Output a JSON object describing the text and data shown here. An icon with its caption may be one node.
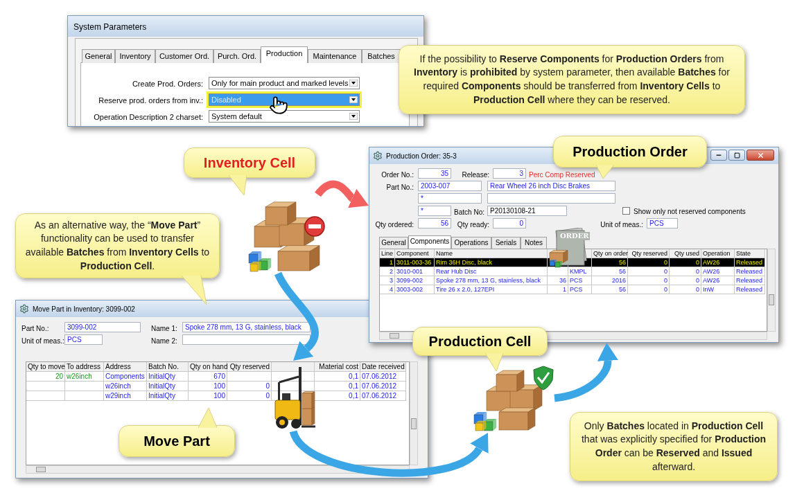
{
  "diagram": {
    "nodes": [
      {
        "text": [
          "System Parameters"
        ]
      },
      {
        "text": [
          "If the possibility to **Reserve Components** for **Production Orders** from **Inventory** is **prohibited** by system parameter, then available **Batches** for required **Components** should be transferred from **Inventory Cells** to **Production Cell** where they can be reserved."
        ]
      },
      {
        "text": [
          "Inventory Cell"
        ]
      },
      {
        "text": [],
        "shape": "picture"
      },
      {
        "text": [
          "Production Order"
        ]
      },
      {
        "text": [
          "Production Order: 35-3"
        ]
      },
      {
        "text": [
          "As an alternative way, the “**Move Part**” functionality can be used to transfer available **Batches** from **Inventory Cells** to **Production Cell**."
        ]
      },
      {
        "text": [
          "Move Part in Inventory: 3099-002"
        ]
      },
      {
        "text": [
          "Production Cell"
        ]
      },
      {
        "text": [],
        "shape": "picture"
      },
      {
        "text": [
          "Move Part"
        ],
        "in": 7
      },
      {
        "text": [],
        "shape": "picture",
        "in": 7
      },
      {
        "text": [
          "Only **Batches** located in **Production Cell** that was explicitly specified for **Production Order** can be **Reserved** and **Issued** afterward."
        ]
      }
    ],
    "edges": [
      {
        "from": 3,
        "to": 5,
        "arrow": "to",
        "color": "#f26060"
      },
      {
        "from": 3,
        "to": 11,
        "arrow": "to"
      },
      {
        "from": 11,
        "to": 9,
        "arrow": "to"
      },
      {
        "from": 9,
        "to": 5,
        "arrow": "to"
      }
    ],
    "labels": [
      "General",
      "Inventory",
      "Customer Ord.",
      "Purch. Ord.",
      "Production",
      "Maintenance",
      "Batches",
      "Create Prod. Orders:",
      "Only for main product and marked levels",
      "Reserve prod. orders from inv.:",
      "Disabled",
      "Operation Description 2 charset:",
      "System default",
      "Order No.:",
      "35",
      "Release:",
      "3",
      "Perc Comp Reserved",
      "Part No.:",
      "2003-007",
      "Rear Wheel 26 inch Disc Brakes",
      "*",
      "*",
      "Batch No:",
      "P20130108-21",
      "Show only not reserved components",
      "Qty ordered:",
      "56",
      "Qty ready:",
      "0",
      "Unit of meas.:",
      "PCS",
      "General",
      "Components",
      "Operations",
      "Serials",
      "Notes",
      "ORDER",
      "Line",
      "Component",
      "Name",
      "Qty on order",
      "Qty reserved",
      "Qty used",
      "Operation",
      "State",
      "1",
      "3011-003-36",
      "Rim 36H Disc, black",
      "56",
      "0",
      "0",
      "AW26",
      "Released",
      "2",
      "3010-001",
      "Rear Hub Disc",
      "KMPL",
      "56",
      "0",
      "0",
      "AW26",
      "Released",
      "3",
      "3099-002",
      "Spoke 278 mm, 13 G, stainless, black",
      "36",
      "PCS",
      "2016",
      "0",
      "0",
      "AW26",
      "Released",
      "4",
      "3003-002",
      "Tire 26 x 2.0, 127EPI",
      "1",
      "PCS",
      "56",
      "0",
      "0",
      "InW",
      "Released",
      "Part No.:",
      "3099-002",
      "Name 1:",
      "Spoke 278 mm, 13 G, stainless, black",
      "Unit of meas.:",
      "PCS",
      "Name 2:",
      "Qty to move",
      "To address",
      "Address",
      "Batch No.",
      "Qty on hand",
      "Qty reserved",
      "Material cost",
      "Date received",
      "20",
      "w26inch",
      "Components",
      "InitialQty",
      "670",
      "0,1",
      "07.06.2012",
      "w26inch",
      "InitialQty",
      "100",
      "0",
      "0,1",
      "07.06.2012",
      "w29inch",
      "InitialQty",
      "100",
      "0",
      "0,1",
      "07.06.2012"
    ]
  }
}
